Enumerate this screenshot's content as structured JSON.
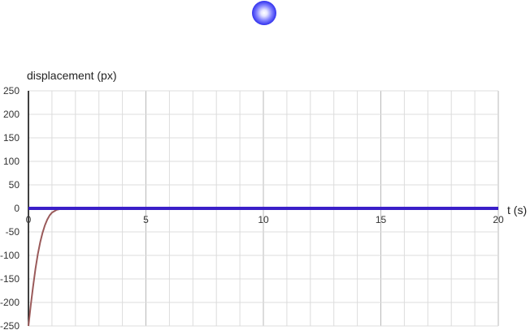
{
  "ball": {
    "icon": "oscillating-ball",
    "color": "#3333ee"
  },
  "chart_data": {
    "type": "line",
    "ylabel": "displacement (px)",
    "xlabel": "t (s)",
    "xlim": [
      0,
      20
    ],
    "ylim": [
      -250,
      250
    ],
    "x_ticks": [
      "0",
      "5",
      "10",
      "15",
      "20"
    ],
    "y_ticks": [
      "250",
      "200",
      "150",
      "100",
      "50",
      "0",
      "-50",
      "-100",
      "-150",
      "-200",
      "-250"
    ],
    "x_minor_step": 1,
    "y_minor_step": 50,
    "grid": true,
    "series": [
      {
        "color": "#9a5a5a",
        "x": [
          0,
          0.1,
          0.2,
          0.3,
          0.4,
          0.5,
          0.6,
          0.7,
          0.8,
          0.9,
          1.0,
          1.2,
          1.4,
          1.6,
          1.8,
          2.0,
          20
        ],
        "y": [
          -250,
          -205,
          -165,
          -128,
          -97,
          -72,
          -52,
          -36,
          -24,
          -15,
          -9,
          -3,
          -1,
          0,
          0,
          0,
          0
        ]
      },
      {
        "color": "#3a1fc8",
        "x": [
          0,
          20
        ],
        "y": [
          0,
          0
        ]
      }
    ]
  }
}
